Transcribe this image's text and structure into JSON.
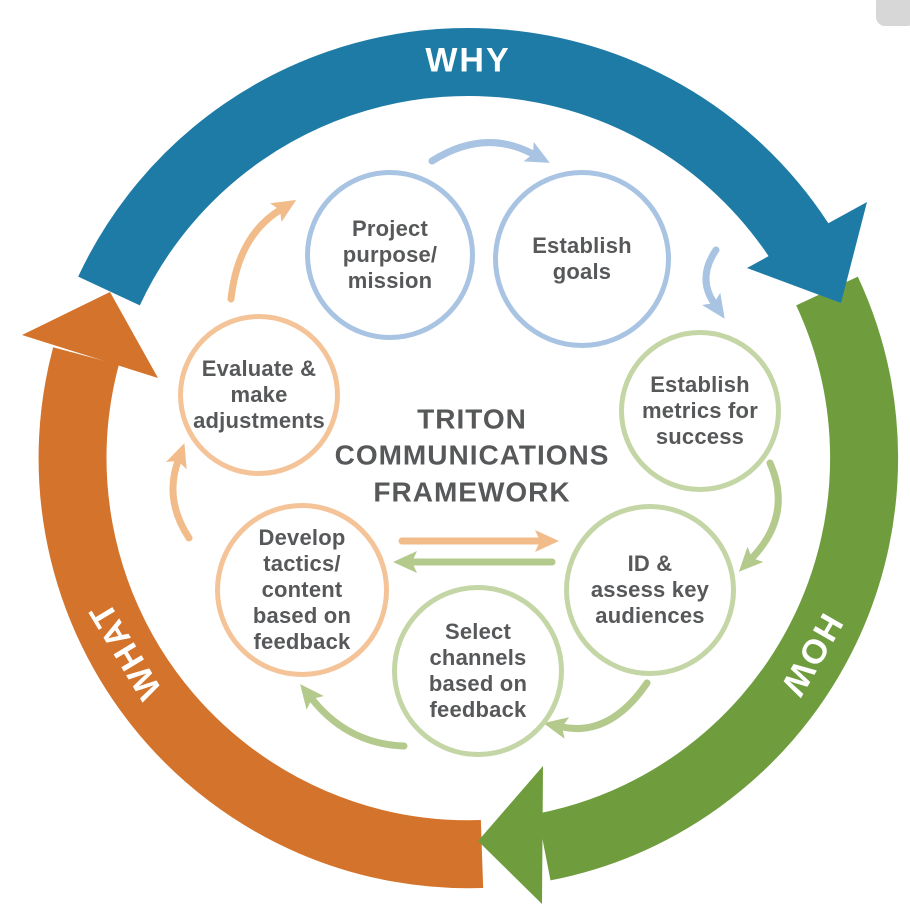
{
  "title": {
    "text": "TRITON\nCOMMUNICATIONS\nFRAMEWORK"
  },
  "ring": {
    "direction": "clockwise",
    "segments": [
      {
        "id": "why",
        "label": "WHY",
        "color": "#1e7ba6"
      },
      {
        "id": "how",
        "label": "HOW",
        "color": "#6f9d3e"
      },
      {
        "id": "what",
        "label": "WHAT",
        "color": "#d4732b"
      }
    ]
  },
  "nodes": [
    {
      "id": "project-purpose",
      "label": "Project\npurpose/\nmission",
      "group": "why"
    },
    {
      "id": "establish-goals",
      "label": "Establish\ngoals",
      "group": "why"
    },
    {
      "id": "establish-metrics",
      "label": "Establish\nmetrics for\nsuccess",
      "group": "how"
    },
    {
      "id": "id-assess-audiences",
      "label": "ID &\nassess key\naudiences",
      "group": "how"
    },
    {
      "id": "select-channels",
      "label": "Select\nchannels\nbased on\nfeedback",
      "group": "how"
    },
    {
      "id": "develop-tactics",
      "label": "Develop\ntactics/\ncontent\nbased on\nfeedback",
      "group": "what"
    },
    {
      "id": "evaluate-adjust",
      "label": "Evaluate &\nmake\nadjustments",
      "group": "what"
    }
  ],
  "colors": {
    "why_blue": "#1e7ba6",
    "how_green": "#6f9d3e",
    "what_orange": "#d4732b",
    "node_border_blue": "#a8c4e2",
    "node_border_green": "#c4d5a6",
    "node_border_orange": "#f4c398",
    "arrow_blue": "#a8c4e2",
    "arrow_green": "#b4ca8c",
    "arrow_orange": "#f2bc8a",
    "text_gray": "#57585a",
    "ring_label_white": "#ffffff"
  }
}
